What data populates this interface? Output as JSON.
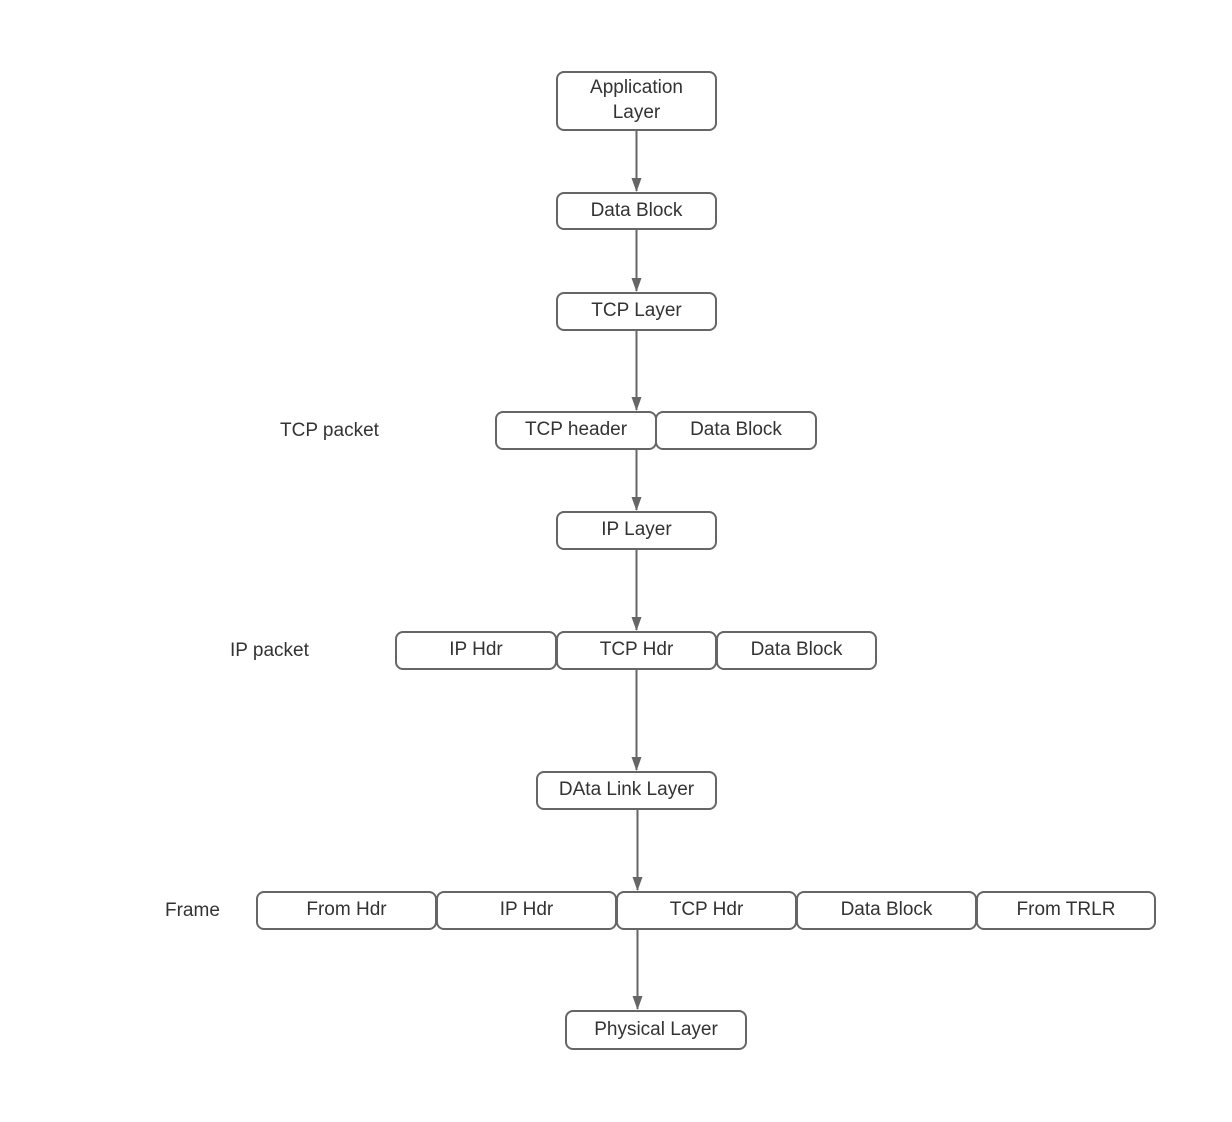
{
  "colors": {
    "background": "#ffffff",
    "box_border": "#666666",
    "box_fill": "#ffffff",
    "text": "#333333",
    "arrow": "#666666"
  },
  "diagram": {
    "nodes": {
      "application_layer": "Application Layer",
      "data_block": "Data Block",
      "tcp_layer": "TCP Layer",
      "ip_layer": "IP Layer",
      "data_link_layer": "DAta Link Layer",
      "physical_layer": "Physical Layer"
    },
    "tcp_packet": {
      "label": "TCP packet",
      "segments": [
        "TCP header",
        "Data Block"
      ]
    },
    "ip_packet": {
      "label": "IP packet",
      "segments": [
        "IP Hdr",
        "TCP Hdr",
        "Data Block"
      ]
    },
    "frame": {
      "label": "Frame",
      "segments": [
        "From Hdr",
        "IP Hdr",
        "TCP Hdr",
        "Data Block",
        "From TRLR"
      ]
    }
  }
}
